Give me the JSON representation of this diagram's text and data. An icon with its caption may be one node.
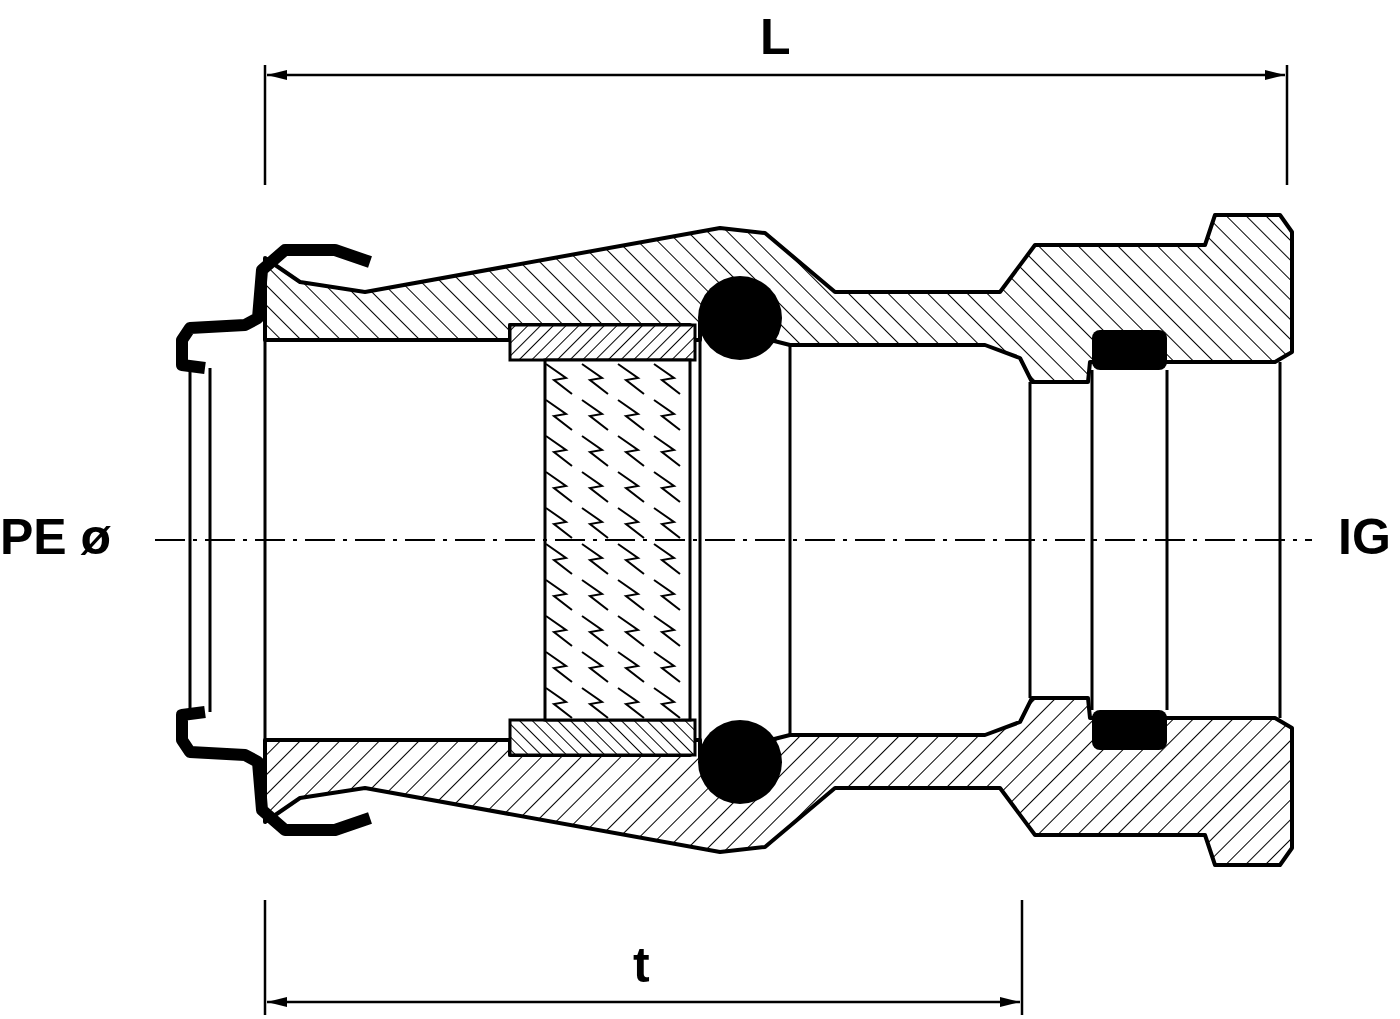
{
  "diagram": {
    "labels": [
      "L",
      "PE ø",
      "IG",
      "t"
    ]
  }
}
